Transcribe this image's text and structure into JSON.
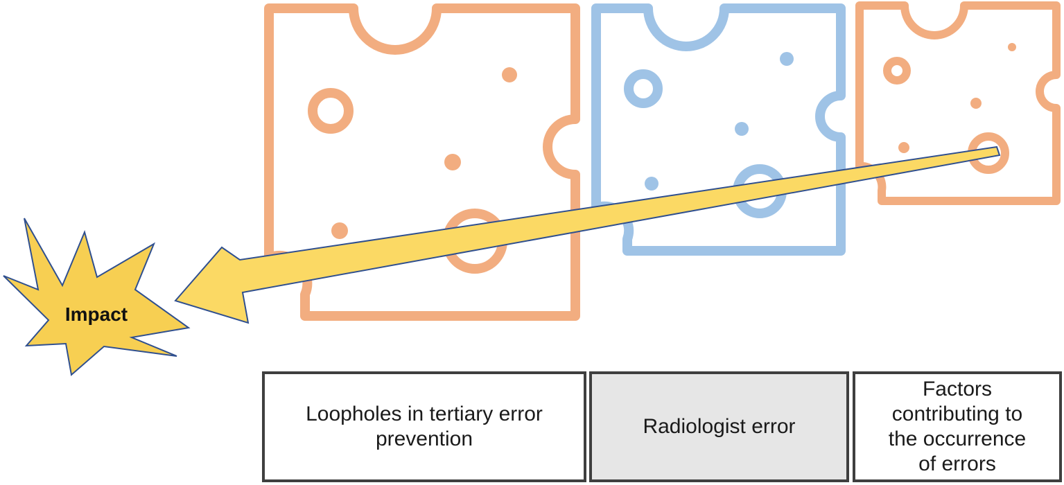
{
  "diagram": {
    "impact_label": "Impact",
    "layers": [
      {
        "label": "Loopholes in tertiary error\nprevention",
        "color": "#f2ad80"
      },
      {
        "label": "Radiologist error",
        "color": "#9fc3e6"
      },
      {
        "label": "Factors\ncontributing to\nthe occurrence\nof errors",
        "color": "#f2ad80"
      }
    ],
    "arrow_color": "#fbd964",
    "burst_color": "#f7cf52",
    "outline_color": "#2f4f8f"
  }
}
